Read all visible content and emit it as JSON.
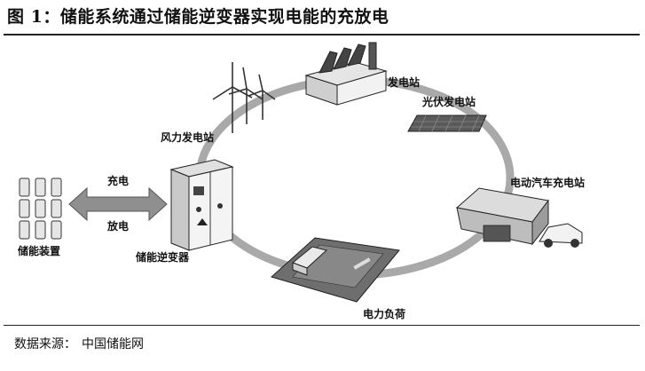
{
  "header": {
    "title": "图 1：储能系统通过储能逆变器实现电能的充放电"
  },
  "footer": {
    "source_label": "数据来源：",
    "source_value": "中国储能网"
  },
  "diagram": {
    "labels": {
      "wind": "风力发电站",
      "power_plant": "发电站",
      "solar": "光伏发电站",
      "ev_station": "电动汽车充电站",
      "load": "电力负荷",
      "inverter": "储能逆变器",
      "storage": "储能装置",
      "charge": "充电",
      "discharge": "放电"
    }
  }
}
